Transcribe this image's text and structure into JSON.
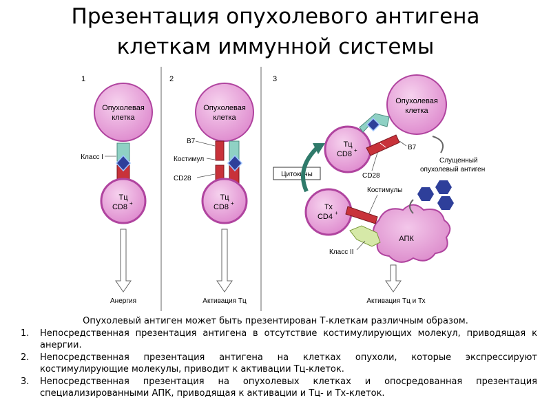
{
  "title": {
    "line1": "Презентация опухолевого антигена",
    "line2": "клеткам иммунной системы"
  },
  "panels": {
    "p1": {
      "number": "1",
      "tumor_cell": [
        "Опухолевая",
        "клетка"
      ],
      "label_class1": "Класс I",
      "t_cell": [
        "Тц",
        "CD8"
      ],
      "result": "Анергия"
    },
    "p2": {
      "number": "2",
      "tumor_cell": [
        "Опухолевая",
        "клетка"
      ],
      "label_b7": "B7",
      "label_costim": "Костимул",
      "label_cd28": "CD28",
      "t_cell": [
        "Тц",
        "CD8"
      ],
      "result": "Активация Тц"
    },
    "p3": {
      "number": "3",
      "tumor_cell": [
        "Опухолевая",
        "клетка"
      ],
      "tc_cell": [
        "Тц",
        "CD8"
      ],
      "th_cell": [
        "Тх",
        "CD4"
      ],
      "apc": "АПК",
      "label_b7": "B7",
      "label_cd28": "CD28",
      "label_costim": "Костимулы",
      "label_cytokines": "Цитокины",
      "label_shed": [
        "Слущенный",
        "опухолевый антиген"
      ],
      "label_class2": "Класс II",
      "result": "Активация Тц и Тх"
    },
    "superscript_plus": "+"
  },
  "caption": "Опухолевый антиген может быть презентирован Т-клеткам различным образом.",
  "notes": [
    {
      "num": "1.",
      "text": "Непосредственная презентация антигена в отсутствие костимулирующих молекул, приводящая к анергии."
    },
    {
      "num": "2.",
      "text": "Непосредственная презентация антигена на клетках опухоли, которые экспрессируют костимулирующие молекулы, приводит к активации Тц-клеток."
    },
    {
      "num": "3.",
      "text": "Непосредственная презентация на опухолевых клетках и опосредованная презентация специализированными АПК, приводящая к активации и Тц- и Тх-клеток."
    }
  ],
  "colors": {
    "cell_fill": "#e9a9dc",
    "cell_stroke": "#b0449f",
    "receptor_red": "#c8323a",
    "mhc_teal": "#8fd1c4",
    "antigen_blue": "#2e3f9a",
    "apc_fill": "#e6a0d4",
    "class2_green": "#d6e9a8"
  }
}
